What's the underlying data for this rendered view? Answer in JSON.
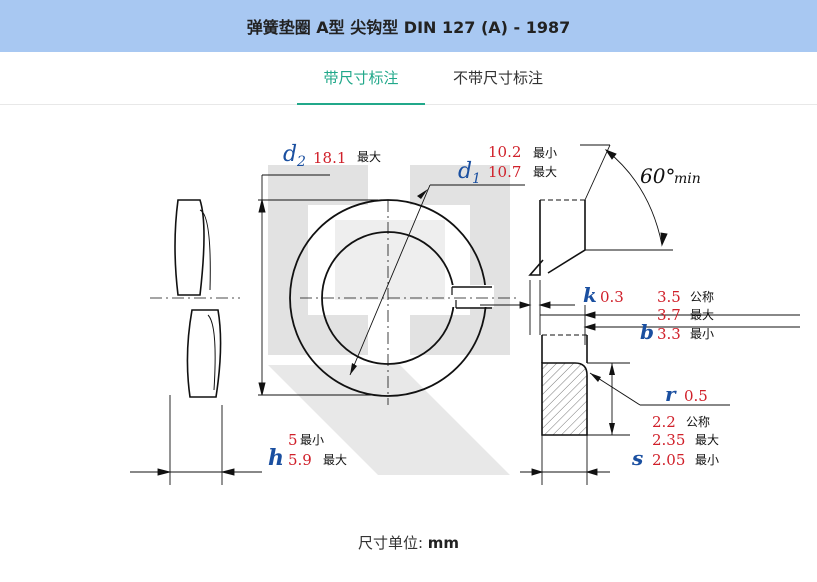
{
  "header": {
    "title": "弹簧垫圈 A型 尖钩型 DIN 127 (A) - 1987"
  },
  "tabs": [
    {
      "label": "带尺寸标注",
      "active": true
    },
    {
      "label": "不带尺寸标注",
      "active": false
    }
  ],
  "diagram": {
    "d2": {
      "symbol": "d",
      "sub": "2",
      "value": "18.1",
      "qual": "最大"
    },
    "d1": {
      "symbol": "d",
      "sub": "1",
      "min": "10.2",
      "min_qual": "最小",
      "max": "10.7",
      "max_qual": "最大"
    },
    "angle": {
      "value": "60°",
      "suffix": "min"
    },
    "k": {
      "symbol": "k",
      "value": "0.3"
    },
    "b": {
      "symbol": "b",
      "nom": "3.5",
      "nom_qual": "公称",
      "max": "3.7",
      "max_qual": "最大",
      "min": "3.3",
      "min_qual": "最小"
    },
    "r": {
      "symbol": "r",
      "value": "0.5"
    },
    "h": {
      "symbol": "h",
      "min": "5",
      "min_qual": "最小",
      "max": "5.9",
      "max_qual": "最大"
    },
    "s": {
      "symbol": "s",
      "nom": "2.2",
      "nom_qual": "公称",
      "max": "2.35",
      "max_qual": "最大",
      "min": "2.05",
      "min_qual": "最小"
    },
    "colors": {
      "symbol": "#1a4fa0",
      "value": "#d0202a",
      "line": "#111111",
      "watermark": "#e2e2e2"
    }
  },
  "footer": {
    "label": "尺寸单位:",
    "unit": "mm"
  }
}
